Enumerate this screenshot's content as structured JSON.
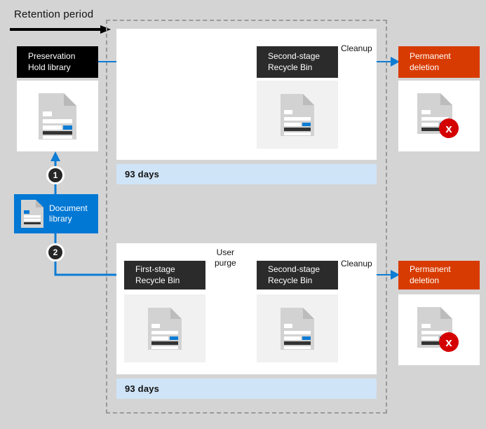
{
  "diagram": {
    "title": "Retention period",
    "colors": {
      "background": "#d4d4d4",
      "panel": "#ffffff",
      "tile_gray": "#f1f1f1",
      "accent_blue": "#0078d4",
      "days_bar": "#cfe4f7",
      "box_black": "#000000",
      "box_dark": "#2b2b2b",
      "orange": "#d83b01",
      "red": "#d40000",
      "dashed_border": "#9a9a9a"
    }
  },
  "header": {
    "label": "Retention period",
    "arrow_icon": "right-arrow-icon"
  },
  "source": {
    "document_library": {
      "label_line1": "Document",
      "label_line2": "library",
      "icon": "document-icon"
    },
    "steps": [
      {
        "number": "1",
        "target": "Preservation Hold library"
      },
      {
        "number": "2",
        "target": "First-stage Recycle Bin"
      }
    ]
  },
  "preservation": {
    "box_label_line1": "Preservation",
    "box_label_line2": "Hold library",
    "doc_icon": "document-icon"
  },
  "flows": {
    "top": {
      "stage": {
        "label_line1": "Second-stage",
        "label_line2": "Recycle Bin",
        "doc_icon": "document-icon"
      },
      "edge_label": "Cleanup",
      "retention_note": "93 days",
      "terminal": {
        "label_line1": "Permanent",
        "label_line2": "deletion",
        "doc_icon": "document-deleted-icon",
        "badge_icon": "red-x-icon",
        "badge_glyph": "x"
      }
    },
    "bottom": {
      "first_stage": {
        "label_line1": "First-stage",
        "label_line2": "Recycle Bin",
        "doc_icon": "document-icon"
      },
      "purge_edge_label_line1": "User",
      "purge_edge_label_line2": "purge",
      "second_stage": {
        "label_line1": "Second-stage",
        "label_line2": "Recycle Bin",
        "doc_icon": "document-icon"
      },
      "edge_label": "Cleanup",
      "retention_note": "93 days",
      "terminal": {
        "label_line1": "Permanent",
        "label_line2": "deletion",
        "doc_icon": "document-deleted-icon",
        "badge_icon": "red-x-icon",
        "badge_glyph": "x"
      }
    }
  }
}
